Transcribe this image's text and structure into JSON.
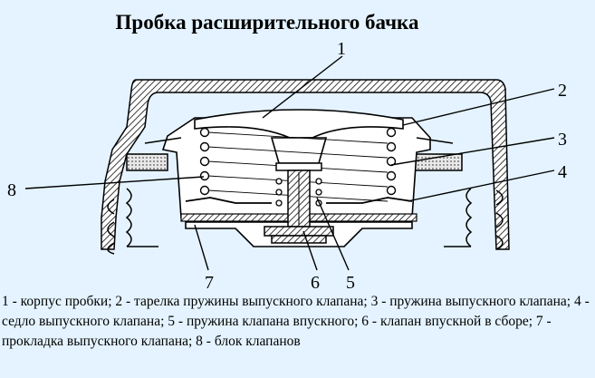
{
  "title": "Пробка расширительного бачка",
  "callouts": [
    "1",
    "2",
    "3",
    "4",
    "5",
    "6",
    "7",
    "8"
  ],
  "caption": "1 - корпус пробки; 2 - тарелка пружины выпускного клапана; 3 - пружина выпускного клапана; 4 - седло выпускного клапана; 5 - пружина клапана впускного; 6 - клапан впускной в сборе; 7 - прокладка выпускного клапана; 8 - блок клапанов",
  "colors": {
    "background": "#e4f3ff",
    "ink": "#000000",
    "hatch": "#3a3a3a"
  }
}
